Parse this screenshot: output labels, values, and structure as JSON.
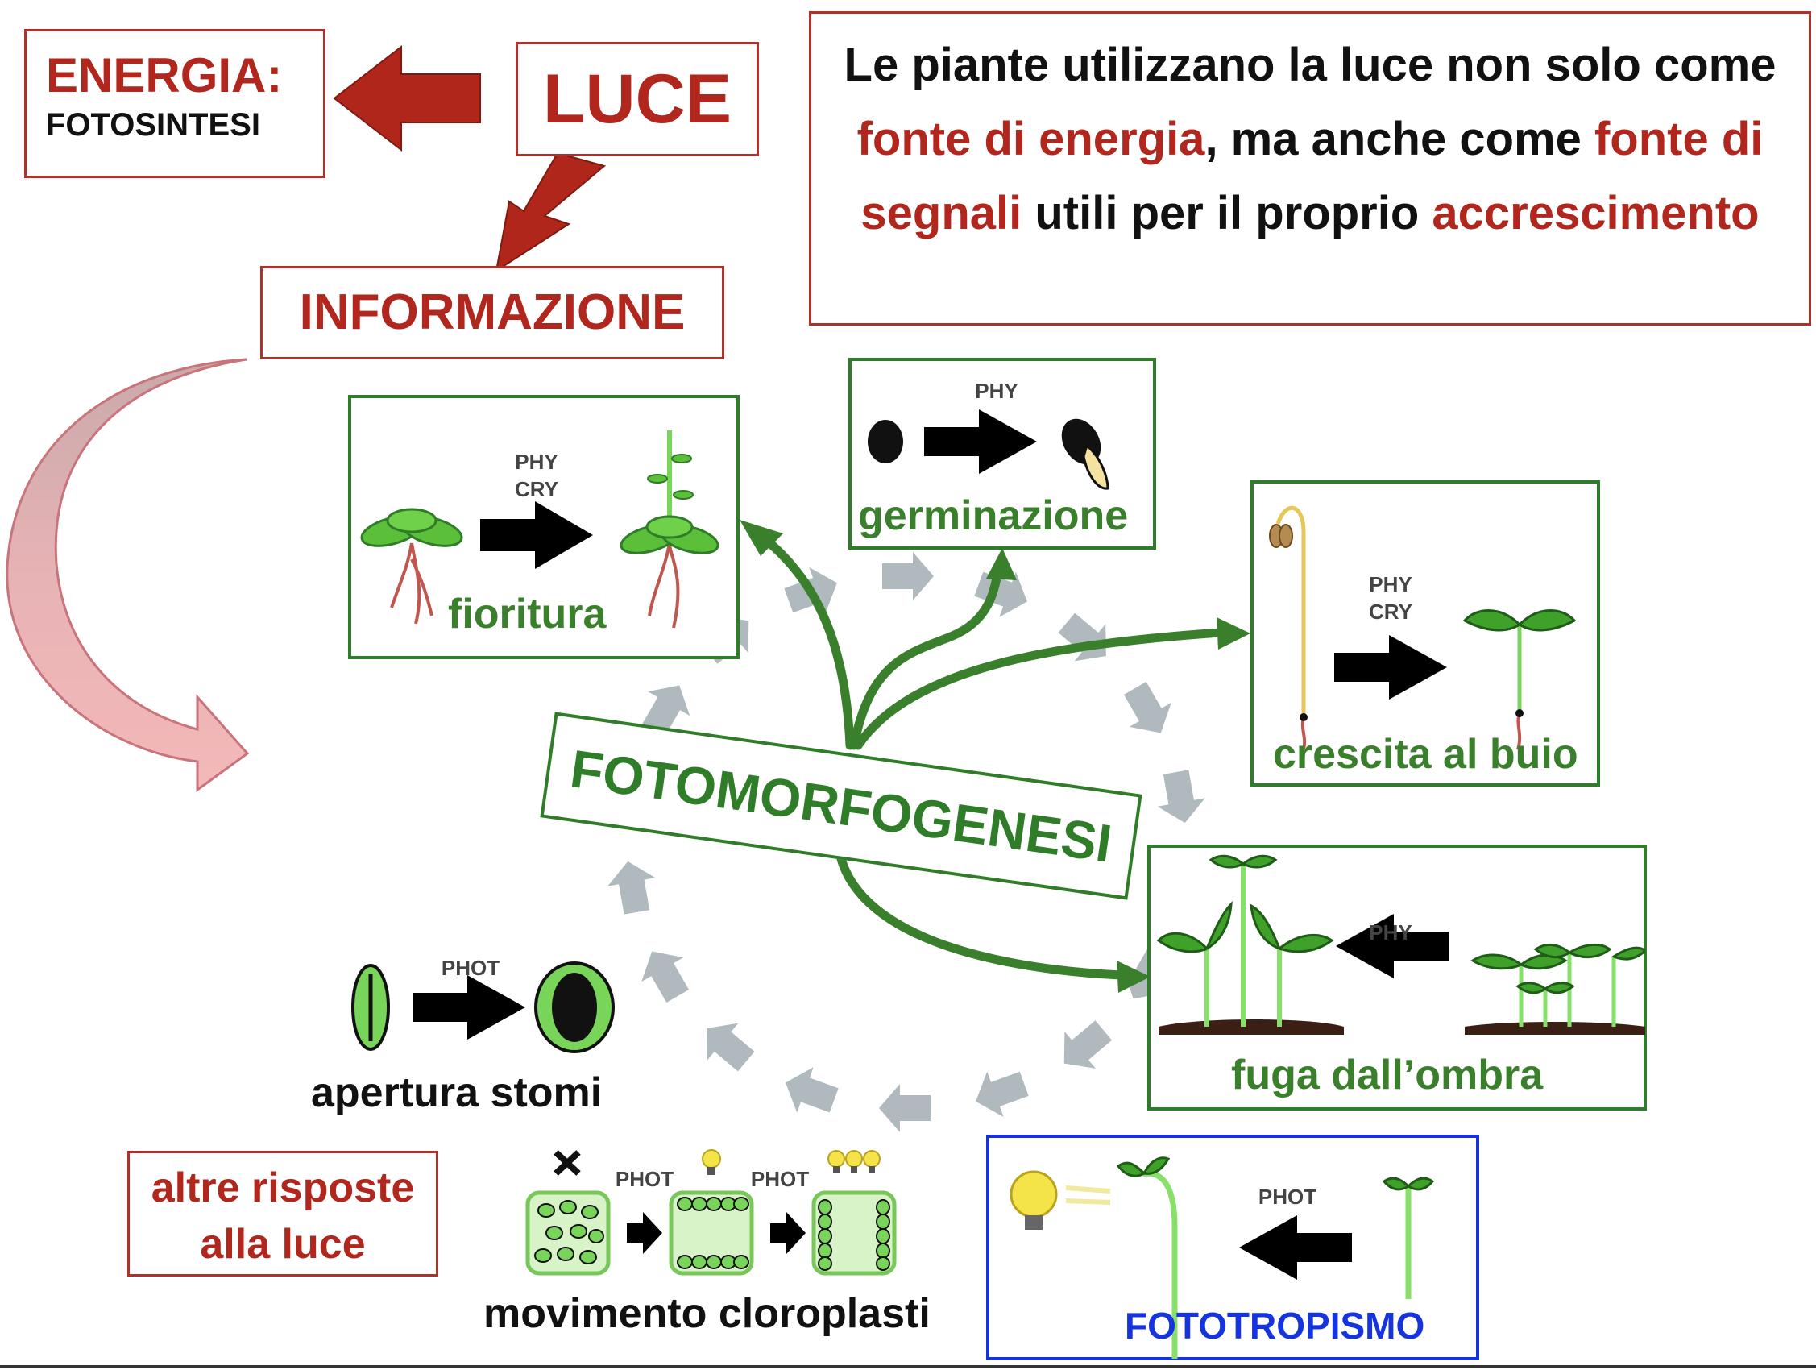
{
  "energia": {
    "title": "ENERGIA:",
    "subtitle": "FOTOSINTESI"
  },
  "luce": "LUCE",
  "informazione": "INFORMAZIONE",
  "statement": {
    "p1": "Le piante utilizzano la luce non solo come ",
    "h1": "fonte di energia",
    "p2": ", ma anche come ",
    "h2": "fonte di segnali",
    "p3": " utili per il proprio ",
    "h3": "accrescimento"
  },
  "center_label": "FOTOMORFOGENESI",
  "responses": {
    "fioritura": {
      "label": "fioritura",
      "receptor1": "PHY",
      "receptor2": "CRY"
    },
    "germinazione": {
      "label": "germinazione",
      "receptor1": "PHY"
    },
    "crescita_buio": {
      "label": "crescita al buio",
      "receptor1": "PHY",
      "receptor2": "CRY"
    },
    "fuga_ombra": {
      "label": "fuga dall’ombra",
      "receptor1": "PHY"
    },
    "stomi": {
      "label": "apertura stomi",
      "receptor1": "PHOT"
    },
    "cloroplasti": {
      "label": "movimento cloroplasti",
      "receptor1": "PHOT",
      "receptor2": "PHOT"
    },
    "fototropismo": {
      "label": "FOTOTROPISMO",
      "receptor1": "PHOT"
    }
  },
  "altre": {
    "line1": "altre risposte",
    "line2": "alla luce"
  },
  "colors": {
    "red": "#b1261d",
    "green": "#3a7f2c",
    "blue": "#1634dd",
    "cycle_gray": "#a9b3b8"
  }
}
